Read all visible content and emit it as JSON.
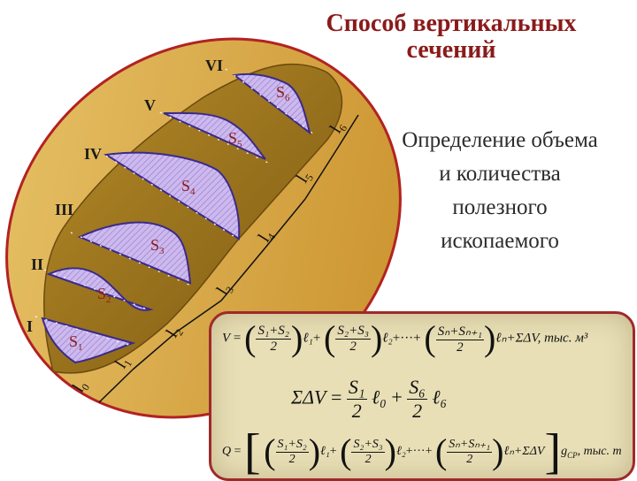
{
  "title": {
    "line1": "Способ вертикальных",
    "line2": "сечений"
  },
  "description": {
    "line1": "Определение объема",
    "line2": "и количества",
    "line3": "полезного",
    "line4": "ископаемого"
  },
  "sections": {
    "roman": [
      "I",
      "II",
      "III",
      "IV",
      "V",
      "VI"
    ],
    "areas": [
      "S",
      "S",
      "S",
      "S",
      "S",
      "S"
    ],
    "area_subs": [
      "1",
      "2",
      "3",
      "4",
      "5",
      "6"
    ],
    "distances": [
      "l",
      "l",
      "l",
      "l",
      "l",
      "l",
      "l"
    ],
    "distance_subs": [
      "0",
      "1",
      "2",
      "3",
      "4",
      "5",
      "6"
    ]
  },
  "colors": {
    "outer_fill": "#d9a83c",
    "outer_stroke": "#b22222",
    "band_fill": "#a47c1c",
    "section_fill": "#c9b8e8",
    "section_stroke": "#3a2a8c",
    "area_label": "#8b1a1a",
    "roman_label": "#1a1a1a"
  },
  "formulas": {
    "f1": {
      "lhs": "V",
      "t1_num": "S₁+S₂",
      "t1_den": "2",
      "t1_l": "ℓ₁",
      "t2_num": "S₂+S₃",
      "t2_den": "2",
      "t2_l": "ℓ₂",
      "ellipsis": "+···+",
      "tn_num": "Sₙ+Sₙ₊₁",
      "tn_den": "2",
      "tn_l": "ℓₙ",
      "tail": "+ΣΔV, тыс. м³"
    },
    "f2": {
      "lhs": "ΣΔV",
      "a_num": "S₁",
      "a_den": "2",
      "a_l": "ℓ₀",
      "b_num": "S₆",
      "b_den": "2",
      "b_l": "ℓ₆"
    },
    "f3": {
      "lhs": "Q",
      "t1_num": "S₁+S₂",
      "t1_den": "2",
      "t1_l": "ℓ₁",
      "t2_num": "S₂+S₃",
      "t2_den": "2",
      "t2_l": "ℓ₂",
      "tn_num": "Sₙ+Sₙ₊₁",
      "tn_den": "2",
      "tn_l": "ℓₙ",
      "tail": "+ΣΔV",
      "gcr": "g",
      "gcr_sub": "CP",
      "unit": ", тыс. т"
    }
  }
}
